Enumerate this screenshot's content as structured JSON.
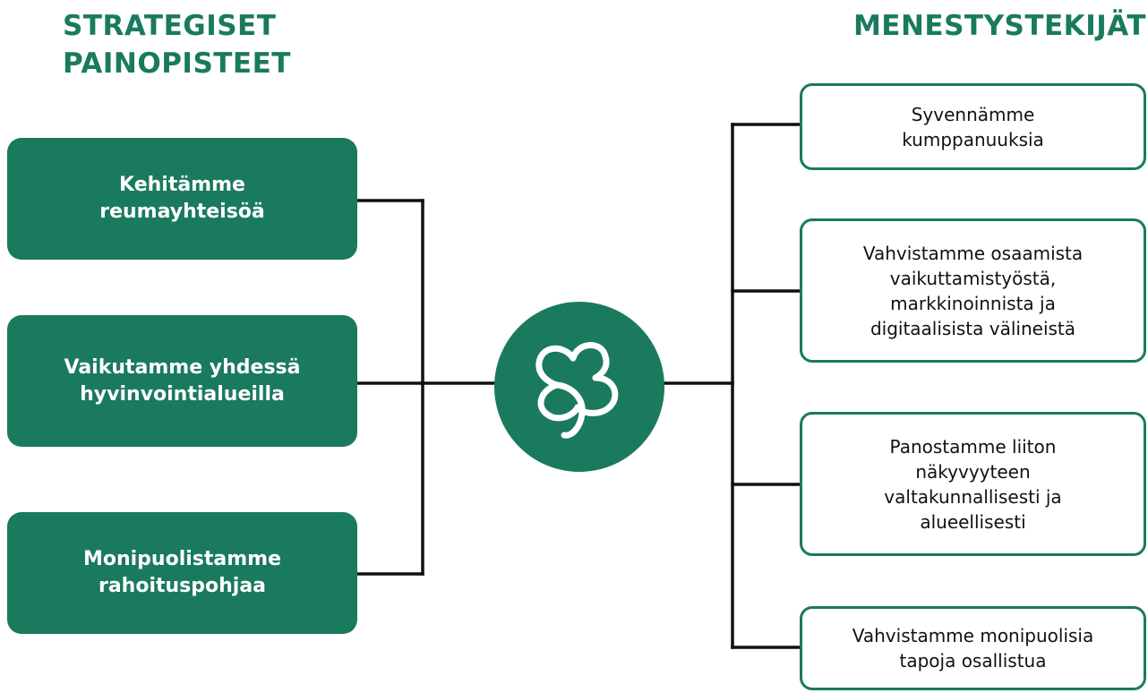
{
  "headings": {
    "left": "STRATEGISET PAINOPISTEET",
    "right": "MENESTYSTEKIJÄT"
  },
  "priorities": [
    {
      "label": "Kehitämme\nreumayhteisöä"
    },
    {
      "label": "Vaikutamme yhdessä\nhyvinvointialueilla"
    },
    {
      "label": "Monipuolistamme\nrahoituspohjaa"
    }
  ],
  "success_factors": [
    {
      "label": "Syvennämme\nkumppanuuksia"
    },
    {
      "label": "Vahvistamme osaamista\nvaikuttamistyöstä,\nmarkkinoinnista ja\ndigitaalisista välineistä"
    },
    {
      "label": "Panostamme liiton\nnäkyvyyteen\nvaltakunnallisesti ja\nalueellisesti"
    },
    {
      "label": "Vahvistamme monipuolisia\ntapoja osallistua"
    }
  ],
  "center": {
    "icon": "leaf-logo-icon"
  },
  "colors": {
    "brand_green": "#1a7a5e",
    "line": "#111111",
    "text_dark": "#111111"
  }
}
